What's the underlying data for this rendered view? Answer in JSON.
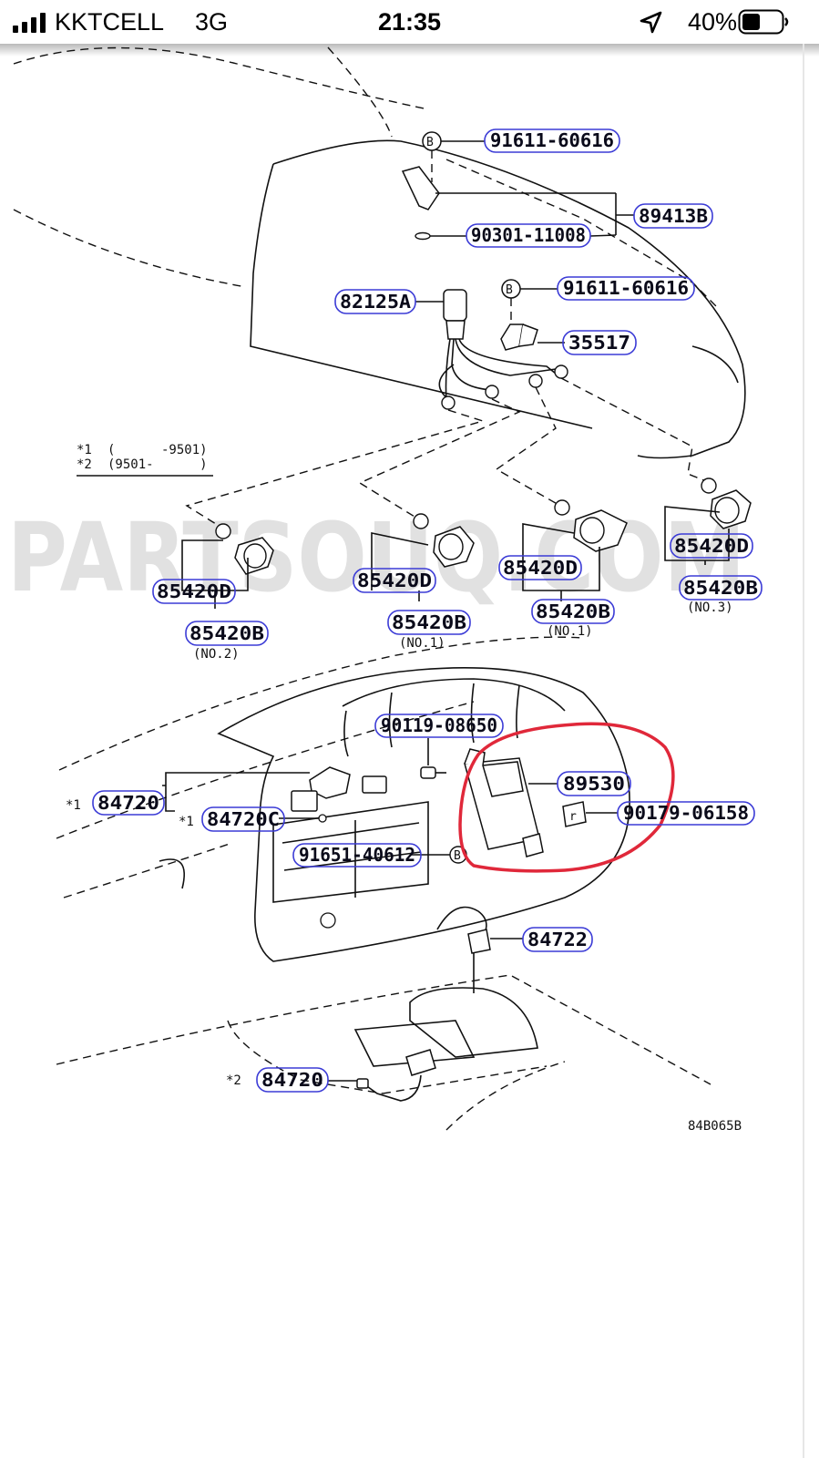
{
  "status_bar": {
    "carrier": "KKTCELL",
    "network": "3G",
    "time": "21:35",
    "battery_percent": "40%",
    "icons": [
      "signal-bars-icon",
      "location-arrow-icon",
      "battery-icon"
    ]
  },
  "diagram": {
    "watermark": "PARTSOUQ.COM",
    "drawing_code": "84B065B",
    "legend": {
      "line1_mark": "*1",
      "line1_range": "(      -9501)",
      "line2_mark": "*2",
      "line2_range": "(9501-      )"
    },
    "bolt_symbol": "B",
    "labels": {
      "p91611_top": "91611-60616",
      "p89413B": "89413B",
      "p90301": "90301-11008",
      "p82125A": "82125A",
      "p91611_mid": "91611-60616",
      "p35517": "35517",
      "p85420D_left": "85420D",
      "p85420B_left": "85420B",
      "no2": "(NO.2)",
      "p85420D_c1": "85420D",
      "p85420B_c1": "85420B",
      "no1_a": "(NO.1)",
      "p85420D_c2": "85420D",
      "p85420B_c2": "85420B",
      "no1_b": "(NO.1)",
      "p85420D_right": "85420D",
      "p85420B_right": "85420B",
      "no3": "(NO.3)",
      "p90119": "90119-08650",
      "p89530": "89530",
      "p90179": "90179-06158",
      "p84720_a": "84720",
      "p84720C": "84720C",
      "mark1_a": "*1",
      "mark1_b": "*1",
      "p91651": "91651-40612",
      "p84722": "84722",
      "p84720_b": "84720",
      "mark2": "*2"
    },
    "highlight_color": "#e0283a",
    "callout_color": "#3b3bd6"
  }
}
